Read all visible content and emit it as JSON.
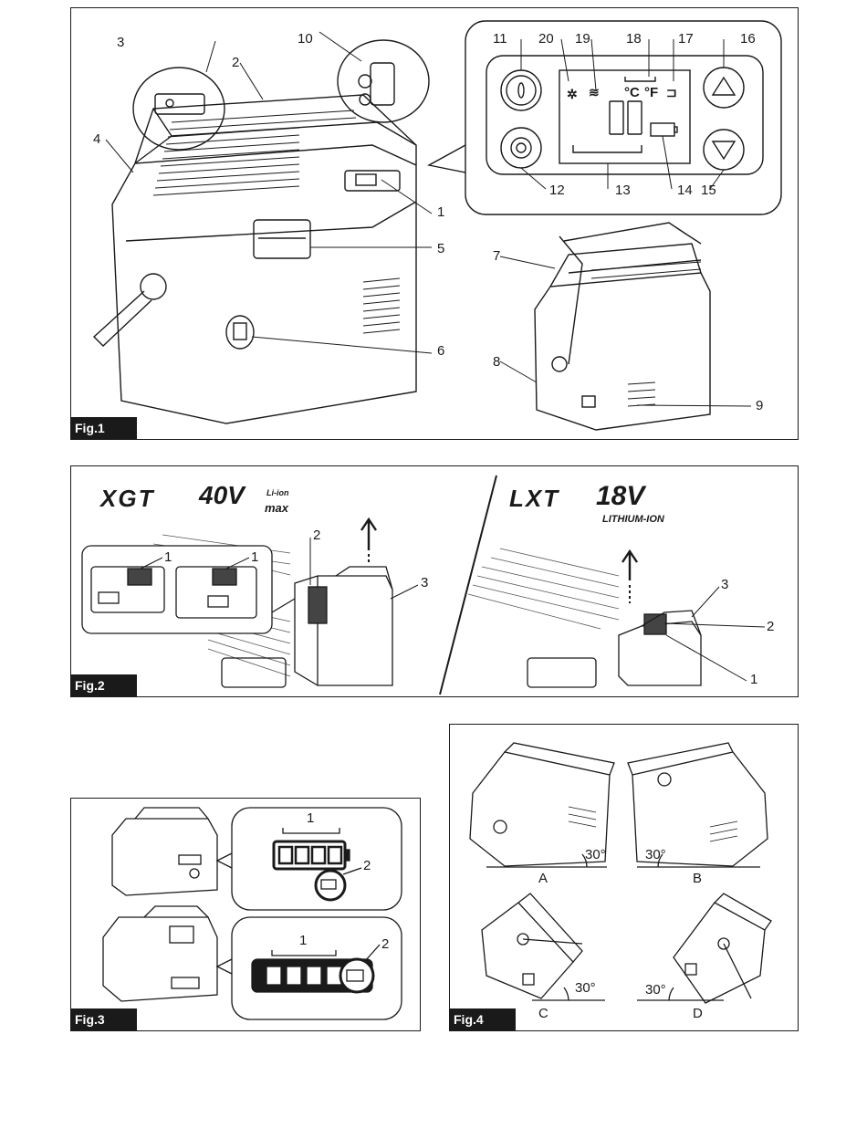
{
  "fig1": {
    "label": "Fig.1",
    "callouts": [
      "1",
      "2",
      "3",
      "4",
      "5",
      "6",
      "7",
      "8",
      "9",
      "10",
      "11",
      "12",
      "13",
      "14",
      "15",
      "16",
      "17",
      "18",
      "19",
      "20"
    ],
    "units": [
      "°C",
      "°F"
    ]
  },
  "fig2": {
    "label": "Fig.2",
    "brand_left": "XGT",
    "volt_left": "40V",
    "volt_left_sub": "max",
    "volt_left_tag": "Li-ion",
    "brand_right": "LXT",
    "volt_right": "18V",
    "volt_right_sub": "LITHIUM-ION",
    "callouts": [
      "1",
      "1",
      "2",
      "3",
      "3",
      "2",
      "1"
    ]
  },
  "fig3": {
    "label": "Fig.3",
    "callouts": [
      "1",
      "2",
      "1",
      "2"
    ]
  },
  "fig4": {
    "label": "Fig.4",
    "angle": "30°",
    "positions": [
      "A",
      "B",
      "C",
      "D"
    ]
  }
}
